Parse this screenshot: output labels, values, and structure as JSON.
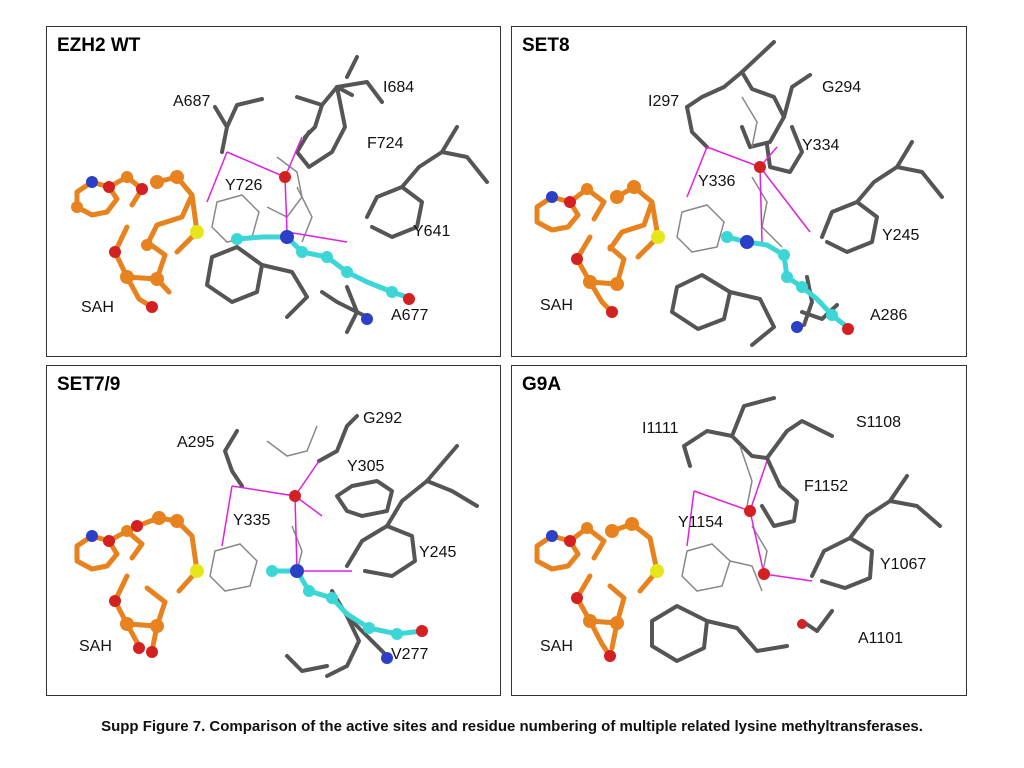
{
  "panels": [
    {
      "title": "EZH2 WT",
      "labels": [
        "A687",
        "I684",
        "F724",
        "Y726",
        "Y641",
        "SAH",
        "A677"
      ]
    },
    {
      "title": "SET8",
      "labels": [
        "I297",
        "G294",
        "Y334",
        "Y336",
        "Y245",
        "SAH",
        "A286"
      ]
    },
    {
      "title": "SET7/9",
      "labels": [
        "G292",
        "A295",
        "Y305",
        "Y335",
        "Y245",
        "SAH",
        "V277"
      ]
    },
    {
      "title": "G9A",
      "labels": [
        "I1111",
        "S1108",
        "F1152",
        "Y1154",
        "Y1067",
        "SAH",
        "A1101"
      ]
    }
  ],
  "caption": "Supp Figure 7. Comparison of the active sites and residue numbering of multiple related lysine methyltransferases.",
  "colors": {
    "sah": "#E8821E",
    "lysine": "#3DD6D6",
    "carbon": "#555555",
    "oxygen": "#D42020",
    "nitrogen": "#2B3FC7",
    "sulfur": "#E6E61A",
    "hbond": "#E020E0"
  }
}
